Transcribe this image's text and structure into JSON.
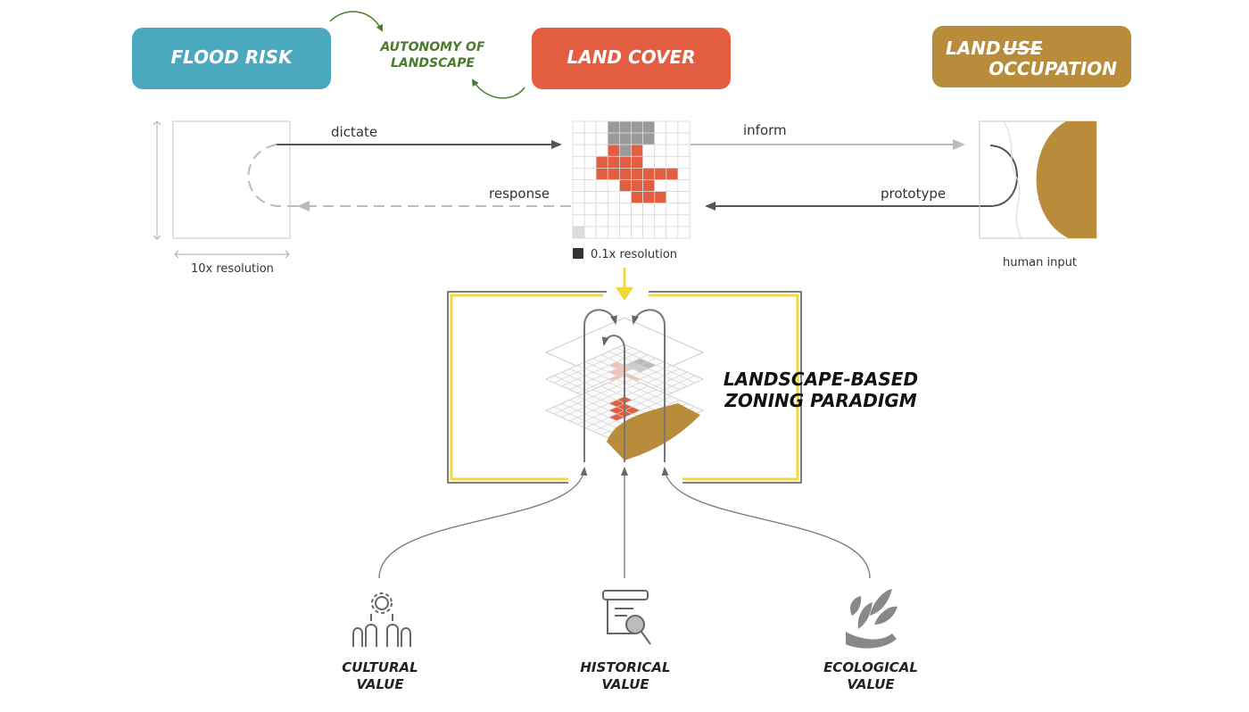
{
  "boxes": {
    "flood_risk": "FLOOD RISK",
    "land_cover": "LAND COVER",
    "land_prefix": "LAND",
    "use_struck": "USE",
    "occupation": "OCCUPATION"
  },
  "autonomy": {
    "line1": "AUTONOMY OF",
    "line2": "LANDSCAPE"
  },
  "arrows": {
    "dictate": "dictate",
    "response": "response",
    "inform": "inform",
    "prototype": "prototype"
  },
  "captions": {
    "ten_x": "10x resolution",
    "point_one_x": "0.1x resolution",
    "human_input": "human input"
  },
  "paradigm": {
    "line1": "LANDSCAPE-BASED",
    "line2": "ZONING PARADIGM"
  },
  "values": [
    {
      "line1": "CULTURAL",
      "line2": "VALUE",
      "icon": "cultural-icon"
    },
    {
      "line1": "HISTORICAL",
      "line2": "VALUE",
      "icon": "historical-icon"
    },
    {
      "line1": "ECOLOGICAL",
      "line2": "VALUE",
      "icon": "ecological-icon"
    }
  ],
  "colors": {
    "flood_risk": "#4aa8bf",
    "land_cover": "#e35e40",
    "occupation": "#b98c3c",
    "yellow": "#f2d93b",
    "green": "#4a7a2c"
  }
}
